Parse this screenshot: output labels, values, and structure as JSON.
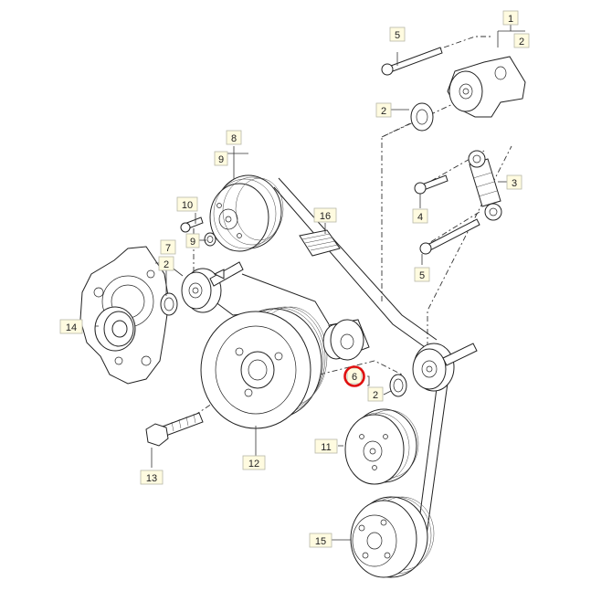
{
  "labels": {
    "p1": "1",
    "p2a": "2",
    "p2b": "2",
    "p2c": "2",
    "p2d": "2",
    "p3": "3",
    "p4": "4",
    "p5a": "5",
    "p5b": "5",
    "p6": "6",
    "p7": "7",
    "p8": "8",
    "p9a": "9",
    "p9b": "9",
    "p10": "10",
    "p11": "11",
    "p12": "12",
    "p13": "13",
    "p14": "14",
    "p15": "15",
    "p16": "16"
  },
  "colors": {
    "highlight": "#e01010",
    "callout_fill": "#fffbe0",
    "line": "#222222"
  }
}
